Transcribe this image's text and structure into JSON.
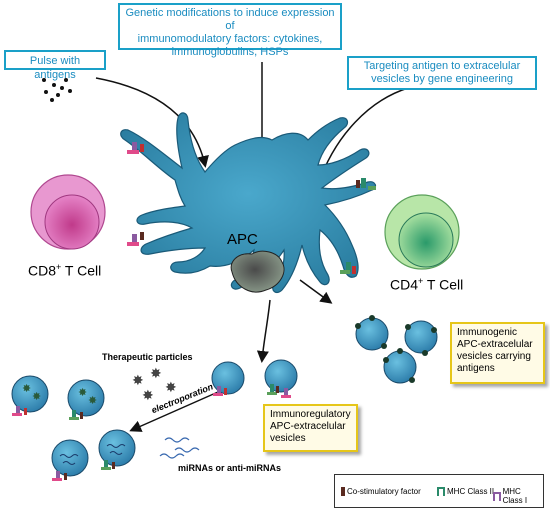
{
  "boxes": {
    "genetic": "Genetic modifications to induce expression of immunomodulatory factors: cytokines, immunoglobulins, HSPs",
    "genetic_line1": "Genetic modifications to induce expression of",
    "genetic_line2": "immunomodulatory  factors: cytokines,",
    "genetic_line3": "immunoglobulins,  HSPs",
    "pulse": "Pulse with antigens",
    "targeting_line1": "Targeting antigen to extracelular",
    "targeting_line2": "vesicles by gene engineering",
    "immunogenic_line1": "Immunogenic",
    "immunogenic_line2": "APC-extracelular",
    "immunogenic_line3": "vesicles carrying",
    "immunogenic_line4": "antigens",
    "immunoreg_line1": "Immunoregulatory",
    "immunoreg_line2": "APC-extracelular",
    "immunoreg_line3": "vesicles"
  },
  "labels": {
    "apc": "APC",
    "cd8": "CD8",
    "cd8_sup": "+",
    "cd8_suffix": " T Cell",
    "cd4": "CD4",
    "cd4_sup": "+",
    "cd4_suffix": " T Cell",
    "therapeutic": "Therapeutic particles",
    "electroporation": "electroporation",
    "mirnas": "miRNAs or anti-miRNAs"
  },
  "legend": {
    "costim": "Co-stimulatory factor",
    "mhc2": "MHC Class II",
    "mhc1": "MHC Class I",
    "costim_color": "#5a2a20",
    "mhc2_color": "#2a8a6a",
    "mhc1_color": "#8a5aa0"
  },
  "colors": {
    "apc_fill": "#3a8fb0",
    "cd8_fill": "#d864b4",
    "cd4_fill": "#8fd08f",
    "box_border_blue": "#1aa0c8",
    "box_border_yellow": "#e6c619"
  }
}
